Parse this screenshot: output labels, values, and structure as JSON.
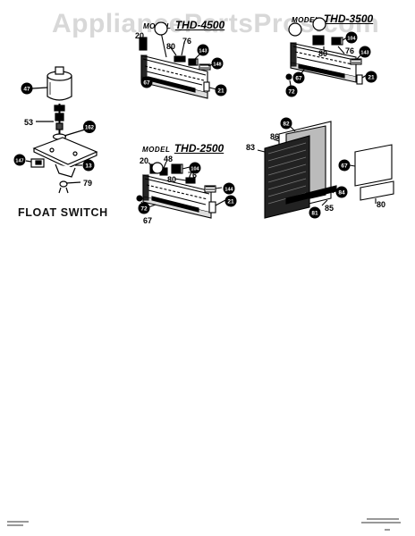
{
  "watermark": "AppliancePartsPros.com",
  "models": [
    {
      "label": "MODEL",
      "number": "THD-4500"
    },
    {
      "label": "MODEL",
      "number": "THD-3500"
    },
    {
      "label": "MODEL",
      "number": "THD-2500"
    }
  ],
  "float_switch_title": "FLOAT SWITCH",
  "callouts": {
    "fs": [
      "47",
      "53",
      "162",
      "147",
      "13",
      "79"
    ],
    "m4500": [
      "20",
      "80",
      "76",
      "143",
      "148",
      "67",
      "21"
    ],
    "m3500": [
      "104",
      "80",
      "76",
      "143",
      "67",
      "72",
      "21"
    ],
    "m2500": [
      "20",
      "48",
      "80",
      "104",
      "76",
      "144",
      "72",
      "67",
      "21"
    ],
    "filter": [
      "86",
      "82",
      "83",
      "67",
      "80",
      "85",
      "84",
      "81"
    ]
  }
}
